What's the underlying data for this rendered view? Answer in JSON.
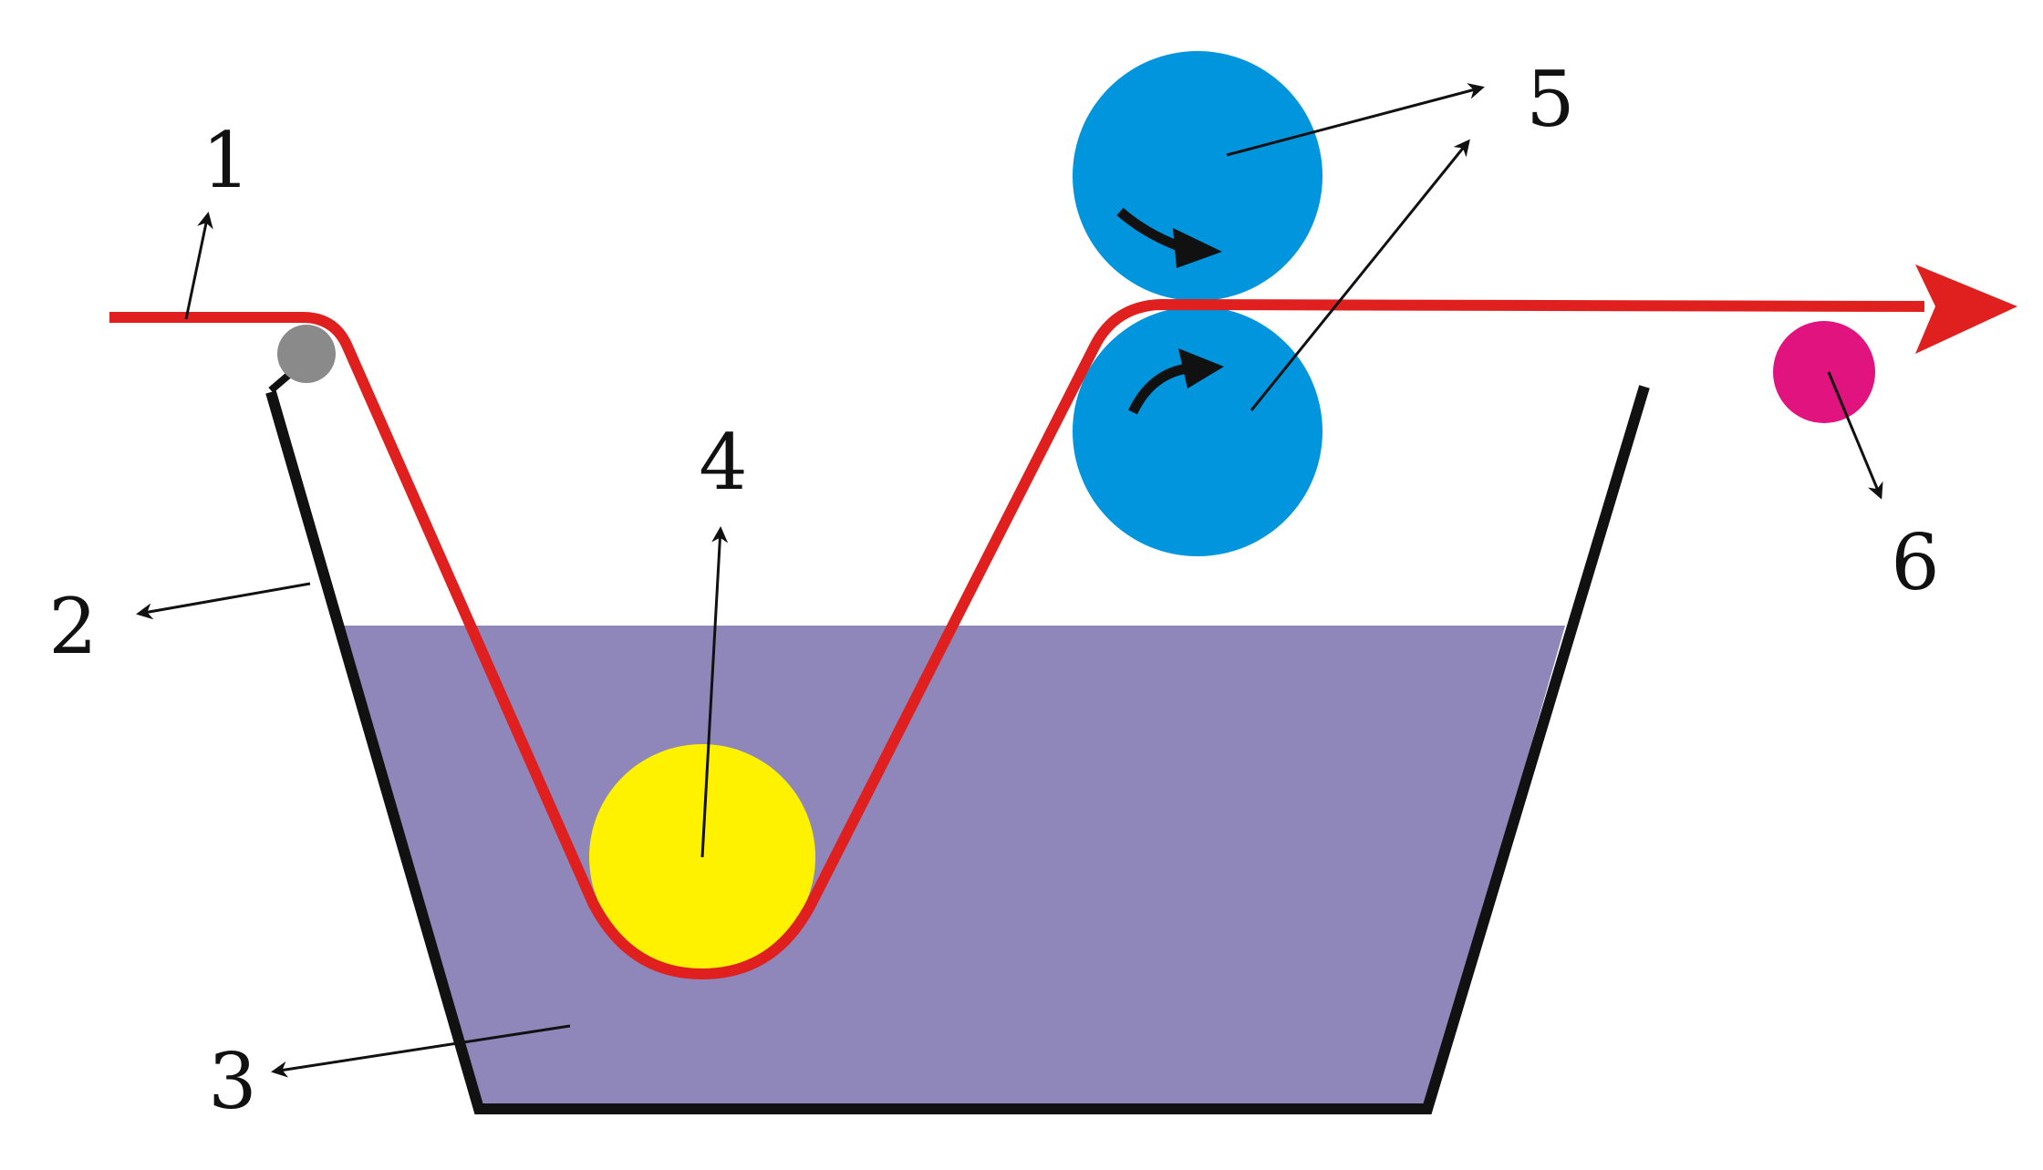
{
  "labels": {
    "one": "1",
    "two": "2",
    "three": "3",
    "four": "4",
    "five": "5",
    "six": "6"
  },
  "colors": {
    "liquid": "#8f86ba",
    "fiber": "#e01f1f",
    "tank": "#111111",
    "guide_roller": "#8a8a8a",
    "immersion_roller": "#fff200",
    "squeeze_rollers": "#0095dd",
    "small_roller": "#e0137f",
    "leader": "#111111"
  },
  "icons": {
    "rotation": "curved-arrow-icon",
    "direction": "arrowhead-icon"
  }
}
